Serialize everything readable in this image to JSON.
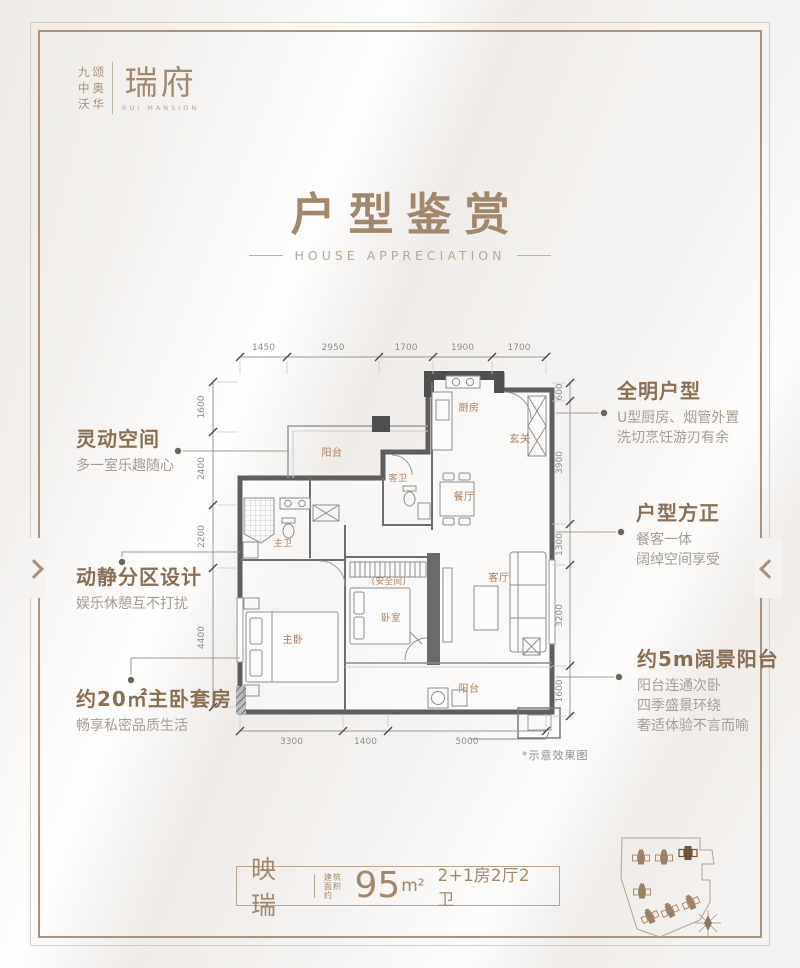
{
  "logo": {
    "brand_lines": [
      "九颂",
      "中奥",
      "沃华"
    ],
    "name": "瑞府",
    "name_en": "RUI MANSION"
  },
  "header": {
    "title": "户型鉴赏",
    "subtitle": "HOUSE APPRECIATION"
  },
  "callouts": {
    "left": [
      {
        "heading": "灵动空间",
        "lines": [
          "多一室乐趣随心"
        ]
      },
      {
        "heading": "动静分区设计",
        "lines": [
          "娱乐休憩互不打扰"
        ]
      },
      {
        "heading": "约20㎡主卧套房",
        "lines": [
          "畅享私密品质生活"
        ]
      }
    ],
    "right": [
      {
        "heading": "全明户型",
        "lines": [
          "U型厨房、烟管外置",
          "洗切烹饪游刃有余"
        ]
      },
      {
        "heading": "户型方正",
        "lines": [
          "餐客一体",
          "阔绰空间享受"
        ]
      },
      {
        "heading": "约5m阔景阳台",
        "lines": [
          "阳台连通次卧",
          "四季盛景环绕",
          "奢适体验不言而喻"
        ]
      }
    ]
  },
  "floorplan": {
    "rooms": [
      "阳台",
      "厨房",
      "玄关",
      "客卫",
      "餐厅",
      "主卫",
      "(安全间)",
      "卧室",
      "主卧",
      "客厅",
      "阳台"
    ],
    "dims": {
      "top": [
        "1450",
        "2950",
        "1700",
        "1900",
        "1700"
      ],
      "left": [
        "1600",
        "2400",
        "2200",
        "4400"
      ],
      "right": [
        "600",
        "3900",
        "1300",
        "3200",
        "1600"
      ],
      "bottom": [
        "3300",
        "1400",
        "5000"
      ]
    },
    "note": "*示意效果图"
  },
  "summary": {
    "unit_name": "映瑞",
    "area_label_top": "建筑",
    "area_label_bottom": "面积约",
    "area_value": "95",
    "area_unit": "m²",
    "layout": "2+1房2厅2卫"
  },
  "colors": {
    "accent": "#a1876c",
    "heading": "#8a6f52",
    "body_text": "#a79e93",
    "room_label": "#aa7f5c",
    "wall": "#5e5e5e",
    "dim_text": "#8e8e8e"
  }
}
